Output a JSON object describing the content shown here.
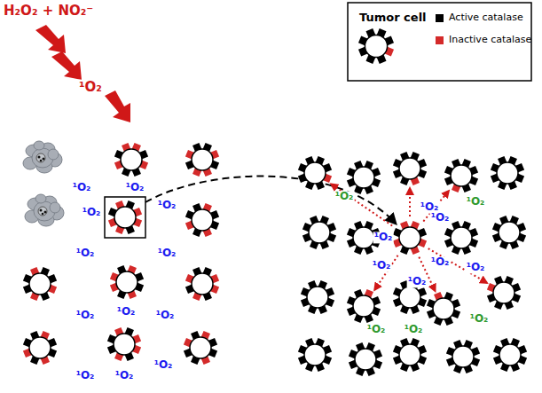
{
  "diagram": {
    "labels": [
      "H₂O₂ + NO₂⁻",
      "¹O₂",
      "¹O₂",
      "¹O₂",
      "¹O₂",
      "¹O₂",
      "¹O₂",
      "¹O₂",
      "¹O₂",
      "¹O₂",
      "¹O₂",
      "¹O₂",
      "¹O₂",
      "¹O₂",
      "¹O₂",
      "¹O₂",
      "¹O₂",
      "¹O₂",
      "¹O₂",
      "¹O₂",
      "¹O₂",
      "¹O₂",
      "¹O₂",
      "¹O₂",
      "¹O₂",
      "¹O₂"
    ],
    "legend": [
      {
        "text": "Tumor cell"
      },
      {
        "text": "Active catalase",
        "color": "#000000"
      },
      {
        "text": "Inactive catalase",
        "color": "#d42a2a"
      }
    ]
  }
}
